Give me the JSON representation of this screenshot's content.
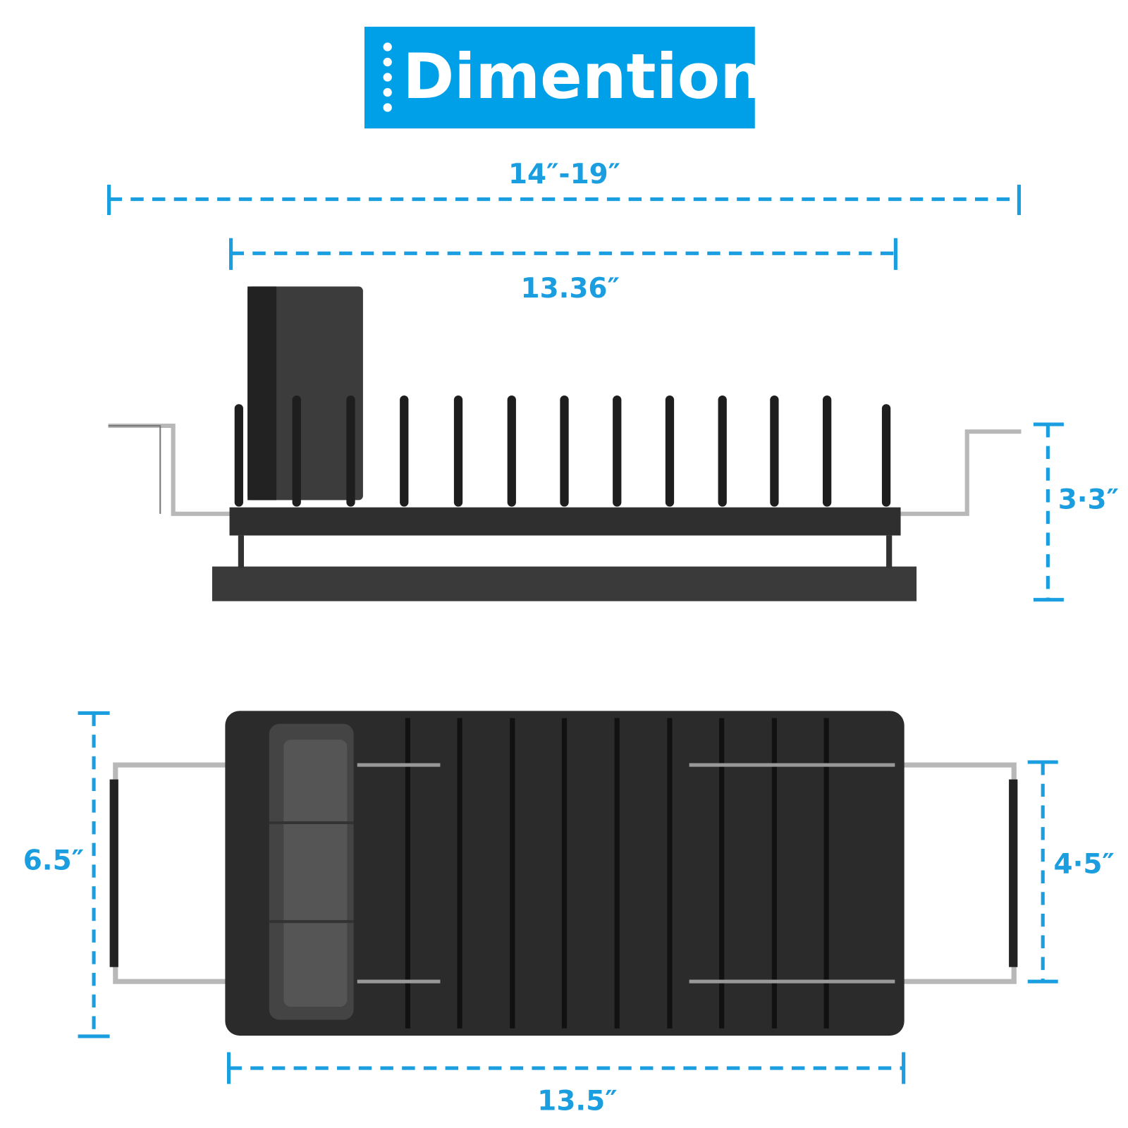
{
  "title": "Dimention",
  "colors": {
    "accent": "#00a0e9",
    "rack": "#2b2b2b",
    "chrome": "#b8b8b8"
  },
  "dimensions": {
    "extended_width": "14″-19″",
    "rack_width": "13.36″",
    "height": "3·3″",
    "tray_depth": "6.5″",
    "inner_depth": "4·5″",
    "tray_length": "13.5″"
  }
}
